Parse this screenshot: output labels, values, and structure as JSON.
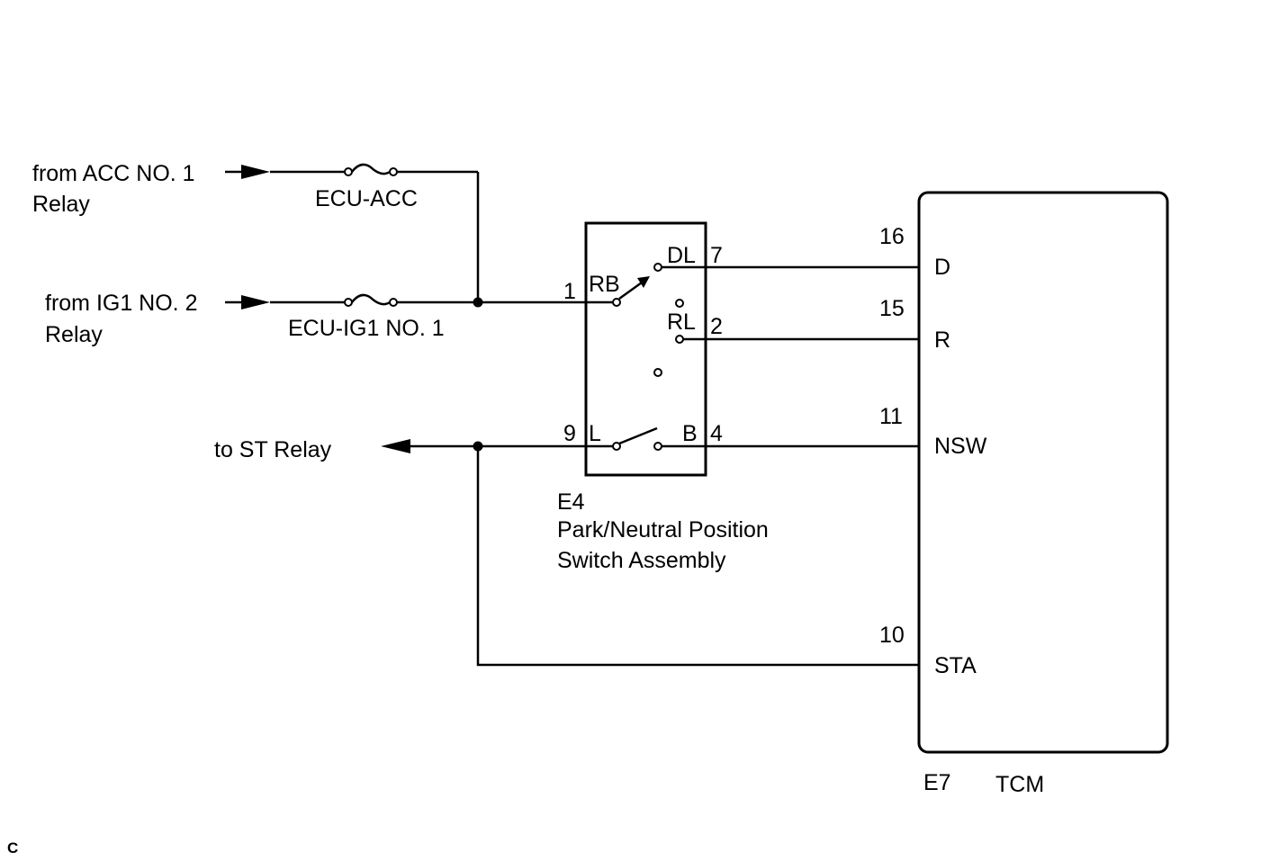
{
  "sources": {
    "acc_line1": "from ACC NO. 1",
    "acc_line2": "Relay",
    "ig1_line1": "from IG1 NO. 2",
    "ig1_line2": "Relay",
    "st_relay": "to ST Relay"
  },
  "fuses": {
    "acc": "ECU-ACC",
    "ig1": "ECU-IG1 NO. 1"
  },
  "switch": {
    "connector": "E4",
    "name_line1": "Park/Neutral Position",
    "name_line2": "Switch Assembly",
    "pins": {
      "rb_num": "1",
      "rb": "RB",
      "dl": "DL",
      "dl_num": "7",
      "rl": "RL",
      "rl_num": "2",
      "l_num": "9",
      "l": "L",
      "b": "B",
      "b_num": "4"
    }
  },
  "tcm": {
    "connector": "E7",
    "name": "TCM",
    "pins": [
      {
        "num": "16",
        "label": "D"
      },
      {
        "num": "15",
        "label": "R"
      },
      {
        "num": "11",
        "label": "NSW"
      },
      {
        "num": "10",
        "label": "STA"
      }
    ]
  },
  "corner_mark": "C"
}
